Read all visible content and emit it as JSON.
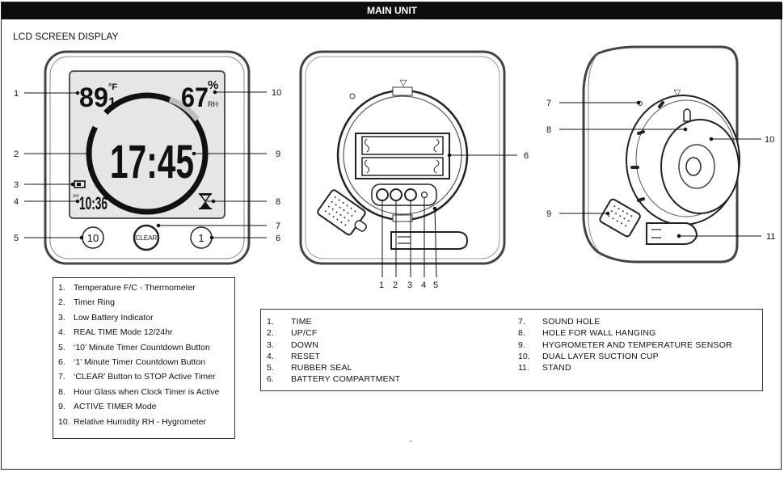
{
  "header": {
    "title": "MAIN UNIT"
  },
  "lcd_section": {
    "title": "LCD SCREEN DISPLAY",
    "display": {
      "temperature": "89",
      "temperature_unit": "°F",
      "temperature_decimal": "1",
      "humidity": "67",
      "humidity_percent": "%",
      "humidity_unit": "RH",
      "main_time": "17:45",
      "small_time": "10:36",
      "small_time_prefix": "AM"
    },
    "buttons": {
      "ten": "10",
      "clear": "CLEAR",
      "one": "1"
    },
    "callouts": {
      "c1": "1",
      "c2": "2",
      "c3": "3",
      "c4": "4",
      "c5": "5",
      "c6": "6",
      "c7": "7",
      "c8": "8",
      "c9": "9",
      "c10": "10"
    },
    "legend": [
      {
        "num": "1.",
        "text": "Temperature F/C - Thermometer"
      },
      {
        "num": "2.",
        "text": "Timer Ring"
      },
      {
        "num": "3.",
        "text": "Low Battery Indicator"
      },
      {
        "num": "4.",
        "text": "REAL TIME Mode 12/24hr"
      },
      {
        "num": "5.",
        "text": "‘10’ Minute Timer Countdown Button"
      },
      {
        "num": "6.",
        "text": "‘1’ Minute Timer Countdown Button"
      },
      {
        "num": "7.",
        "text": "‘CLEAR’ Button to STOP Active Timer"
      },
      {
        "num": "8.",
        "text": "Hour Glass when Clock Timer is Active"
      },
      {
        "num": "9.",
        "text": "ACTIVE TIMER Mode"
      },
      {
        "num": "10.",
        "text": "Relative Humidity RH - Hygrometer"
      }
    ]
  },
  "back_view": {
    "callouts": {
      "b1": "1",
      "b2": "2",
      "b3": "3",
      "b4": "4",
      "b5": "5",
      "b6": "6"
    }
  },
  "side_view": {
    "callouts": {
      "s7": "7",
      "s8": "8",
      "s9": "9",
      "s10": "10",
      "s11": "11"
    }
  },
  "main_legend": {
    "left": [
      {
        "num": "1.",
        "text": "TIME"
      },
      {
        "num": "2.",
        "text": "UP/CF"
      },
      {
        "num": "3.",
        "text": "DOWN"
      },
      {
        "num": "4.",
        "text": "RESET"
      },
      {
        "num": "5.",
        "text": "RUBBER SEAL"
      },
      {
        "num": "6.",
        "text": "BATTERY COMPARTMENT"
      }
    ],
    "right": [
      {
        "num": "7.",
        "text": "SOUND HOLE"
      },
      {
        "num": "8.",
        "text": "HOLE FOR WALL HANGING"
      },
      {
        "num": "9.",
        "text": "HYGROMETER AND TEMPERATURE SENSOR"
      },
      {
        "num": "10.",
        "text": "DUAL LAYER SUCTION CUP"
      },
      {
        "num": "11.",
        "text": "STAND"
      }
    ]
  },
  "footer": {
    "mark": "\""
  }
}
